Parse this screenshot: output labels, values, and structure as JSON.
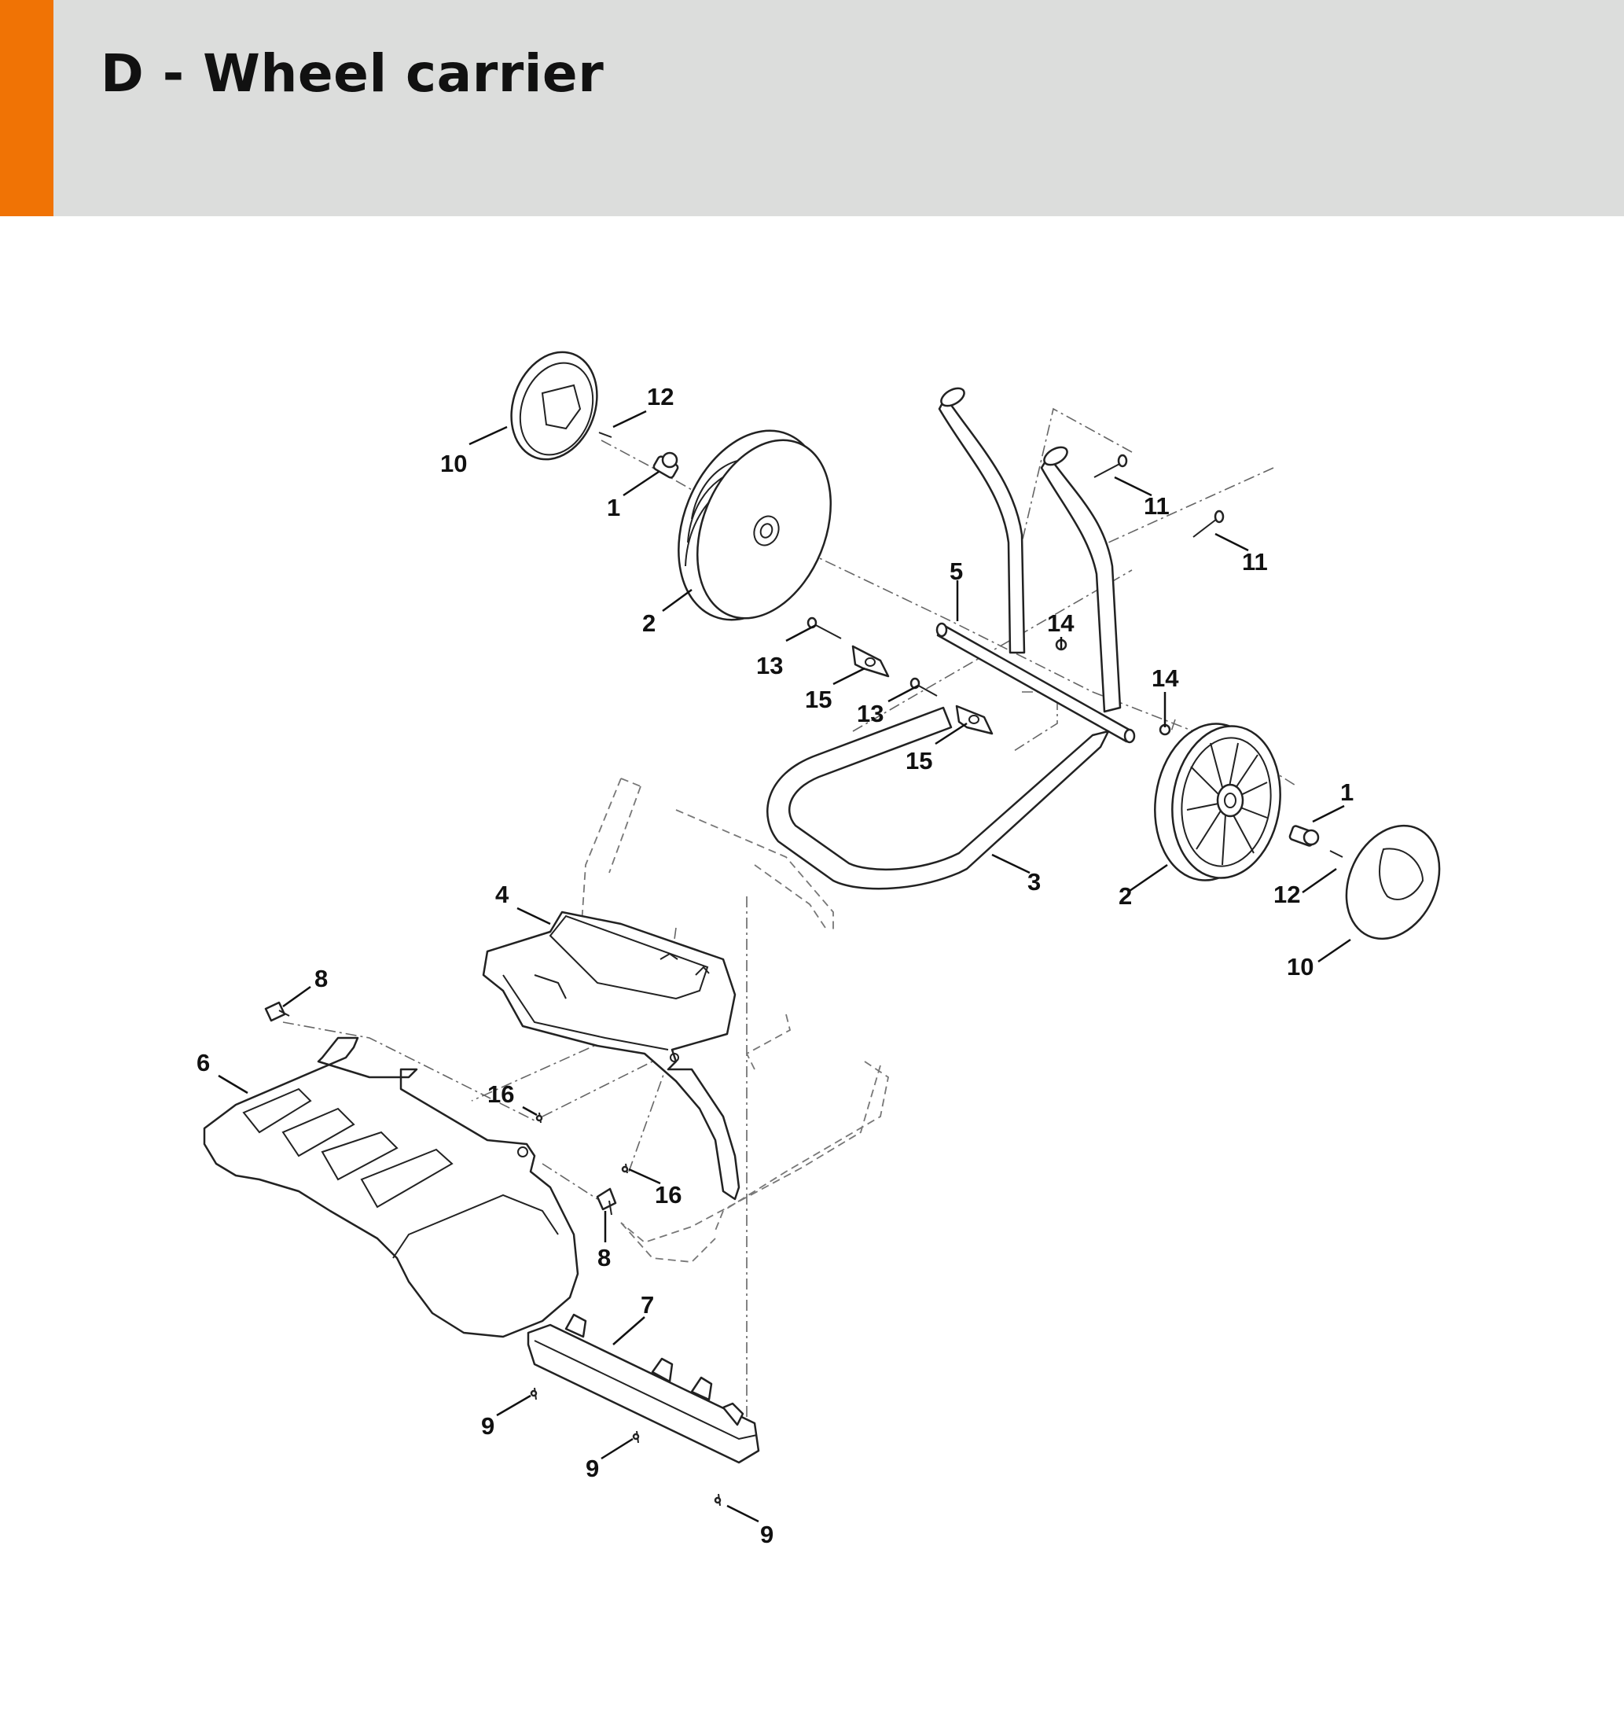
{
  "header": {
    "title": "D - Wheel carrier",
    "accent_color": "#f07305",
    "background_color": "#dcdddc"
  },
  "callouts": [
    {
      "id": "c10a",
      "label": "10"
    },
    {
      "id": "c12a",
      "label": "12"
    },
    {
      "id": "c1a",
      "label": "1"
    },
    {
      "id": "c2a",
      "label": "2"
    },
    {
      "id": "c5",
      "label": "5"
    },
    {
      "id": "c11a",
      "label": "11"
    },
    {
      "id": "c11b",
      "label": "11"
    },
    {
      "id": "c14a",
      "label": "14"
    },
    {
      "id": "c14b",
      "label": "14"
    },
    {
      "id": "c13a",
      "label": "13"
    },
    {
      "id": "c15a",
      "label": "15"
    },
    {
      "id": "c13b",
      "label": "13"
    },
    {
      "id": "c15b",
      "label": "15"
    },
    {
      "id": "c1b",
      "label": "1"
    },
    {
      "id": "c3",
      "label": "3"
    },
    {
      "id": "c2b",
      "label": "2"
    },
    {
      "id": "c12b",
      "label": "12"
    },
    {
      "id": "c10b",
      "label": "10"
    },
    {
      "id": "c4",
      "label": "4"
    },
    {
      "id": "c8a",
      "label": "8"
    },
    {
      "id": "c6",
      "label": "6"
    },
    {
      "id": "c16a",
      "label": "16"
    },
    {
      "id": "c16b",
      "label": "16"
    },
    {
      "id": "c8b",
      "label": "8"
    },
    {
      "id": "c7",
      "label": "7"
    },
    {
      "id": "c9a",
      "label": "9"
    },
    {
      "id": "c9b",
      "label": "9"
    },
    {
      "id": "c9c",
      "label": "9"
    }
  ]
}
